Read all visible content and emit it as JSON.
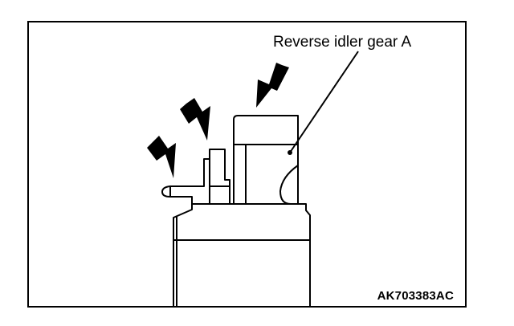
{
  "diagram": {
    "callout_label": "Reverse idler gear A",
    "figure_code": "AK703383AC",
    "arrow_count": 3,
    "line_color": "#000000",
    "background_color": "#ffffff"
  }
}
